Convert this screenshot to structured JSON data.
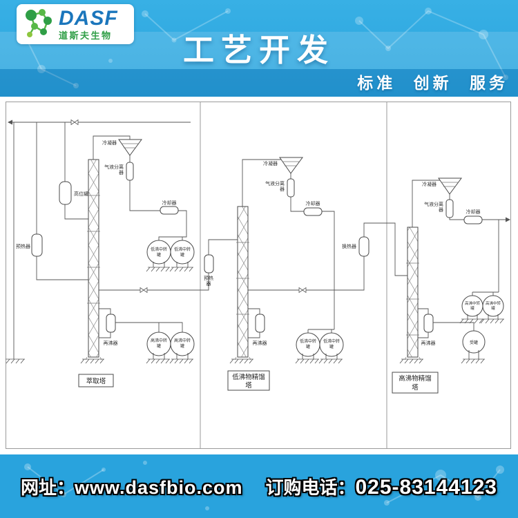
{
  "header": {
    "logo": {
      "brand": "DASF",
      "company": "道斯夫生物"
    },
    "title": "工艺开发",
    "slogan": "标准 创新 服务"
  },
  "colors": {
    "header_blue": "#29A3DD",
    "logo_blue": "#1B76BC",
    "logo_green": "#2F9E46",
    "footer_blue": "#29A3DD"
  },
  "diagram": {
    "towers": [
      {
        "name_lines": [
          "萃取塔"
        ],
        "condenser": "冷凝器",
        "separator_lines": [
          "气液分离",
          "器"
        ],
        "elevated_tank": "高位罐",
        "preheater": "预热器",
        "cooler": "冷却器",
        "mid_tanks": [
          [
            "低沸中转",
            "罐"
          ],
          [
            "低沸中转",
            "罐"
          ]
        ],
        "reboiler": "再沸器",
        "bottom_tanks": [
          [
            "高沸中转",
            "罐"
          ],
          [
            "高沸中转",
            "罐"
          ]
        ]
      },
      {
        "name_lines": [
          "低沸物精馏",
          "塔"
        ],
        "condenser": "冷凝器",
        "separator_lines": [
          "气液分离",
          "器"
        ],
        "cooler": "冷却器",
        "feed_preheater_lines": [
          "预热",
          "器"
        ],
        "reboiler": "再沸器",
        "bottom_tanks": [
          [
            "低沸中转",
            "罐"
          ],
          [
            "低沸中转",
            "罐"
          ]
        ]
      },
      {
        "name_lines": [
          "高沸物精馏",
          "塔"
        ],
        "condenser": "冷凝器",
        "separator_lines": [
          "气液分离",
          "器"
        ],
        "cooler": "冷却器",
        "exchanger": "换热器",
        "mid_tanks": [
          [
            "高沸中转",
            "罐"
          ],
          [
            "高沸中转",
            "罐"
          ]
        ],
        "reboiler": "再沸器",
        "receiver": "受罐"
      }
    ]
  },
  "footer": {
    "website_label": "网址：",
    "website": "www.dasfbio.com",
    "phone_label": "订购电话：",
    "phone": "025-83144123"
  }
}
